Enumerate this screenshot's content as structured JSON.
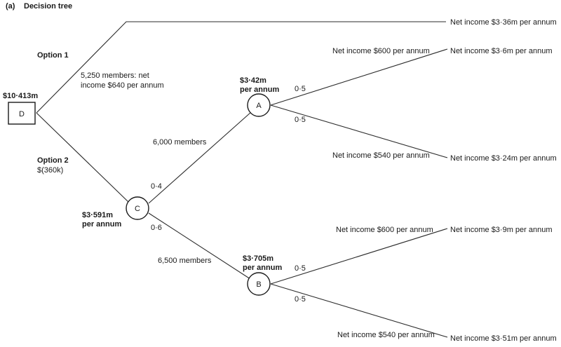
{
  "header": {
    "part": "(a)",
    "title": "Decision tree"
  },
  "nodes": {
    "D": {
      "label": "D",
      "value": "$10·413m"
    },
    "C": {
      "label": "C",
      "value_line1": "$3·591m",
      "value_line2": "per annum"
    },
    "A": {
      "label": "A",
      "value_line1": "$3·42m",
      "value_line2": "per annum"
    },
    "B": {
      "label": "B",
      "value_line1": "$3·705m",
      "value_line2": "per annum"
    }
  },
  "branches": {
    "option1": {
      "label": "Option 1",
      "note_line1": "5,250 members: net",
      "note_line2": "income $640 per annum",
      "outcome": "Net income $3·36m per annum"
    },
    "option2": {
      "label": "Option 2",
      "cost": "$(360k)"
    },
    "c_to_a": {
      "prob": "0·4",
      "label": "6,000 members"
    },
    "c_to_b": {
      "prob": "0·6",
      "label": "6,500 members"
    },
    "a_high": {
      "prob": "0·5",
      "label": "Net income $600 per annum",
      "outcome": "Net income $3·6m per annum"
    },
    "a_low": {
      "prob": "0·5",
      "label": "Net income $540 per annum",
      "outcome": "Net income $3·24m per annum"
    },
    "b_high": {
      "prob": "0·5",
      "label": "Net income $600 per annum",
      "outcome": "Net income $3·9m per annum"
    },
    "b_low": {
      "prob": "0·5",
      "label": "Net income $540 per annum",
      "outcome": "Net income $3·51m per annum"
    }
  }
}
